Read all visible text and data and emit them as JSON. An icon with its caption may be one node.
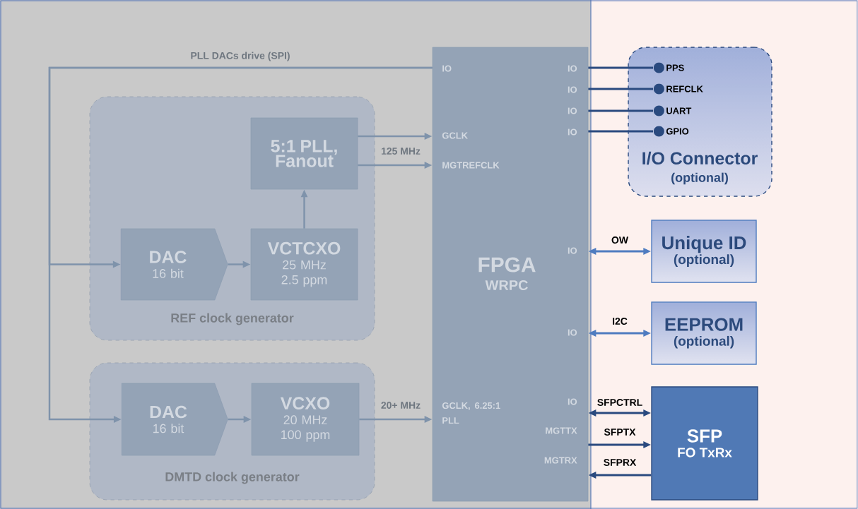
{
  "diagram": {
    "nodes": [
      {
        "text": [
          "REF clock generator"
        ]
      },
      {
        "text": [
          "5:1 PLL, Fanout"
        ],
        "in": 0
      },
      {
        "text": [
          "DAC",
          "16 bit"
        ],
        "in": 0
      },
      {
        "text": [
          "VCTCXO",
          "25 MHz 2.5 ppm"
        ],
        "in": 0
      },
      {
        "text": [
          "DMTD clock generator"
        ]
      },
      {
        "text": [
          "DAC",
          "16 bit"
        ],
        "in": 4
      },
      {
        "text": [
          "VCXO",
          "20 MHz 100 ppm"
        ],
        "in": 4
      },
      {
        "text": [
          "FPGA",
          "WRPC",
          "IO",
          "IO",
          "IO",
          "IO",
          "IO",
          "GCLK",
          "MGTREFCLK",
          "IO",
          "IO",
          "IO",
          "GCLK, 6.25:1 PLL",
          "MGTTX",
          "MGTRX"
        ]
      },
      {
        "text": [
          "I/O Connector",
          "(optional)"
        ]
      },
      {
        "text": [
          "PPS"
        ],
        "in": 8
      },
      {
        "text": [
          "REFCLK"
        ],
        "in": 8
      },
      {
        "text": [
          "UART"
        ],
        "in": 8
      },
      {
        "text": [
          "GPIO"
        ],
        "in": 8
      },
      {
        "text": [
          "Unique ID",
          "(optional)"
        ]
      },
      {
        "text": [
          "EEPROM",
          "(optional)"
        ]
      },
      {
        "text": [
          "SFP",
          "FO TxRx"
        ]
      }
    ],
    "edges": [
      {
        "from": 7,
        "to": 2,
        "arrow": "to",
        "label": "PLL DACs drive (SPI)"
      },
      {
        "from": 7,
        "to": 5,
        "arrow": "to"
      },
      {
        "from": 2,
        "to": 3,
        "arrow": "to"
      },
      {
        "from": 3,
        "to": 1,
        "arrow": "to"
      },
      {
        "from": 1,
        "to": 7,
        "arrow": "to",
        "label": "125 MHz"
      },
      {
        "from": 1,
        "to": 7,
        "arrow": "to"
      },
      {
        "from": 5,
        "to": 6,
        "arrow": "to"
      },
      {
        "from": 6,
        "to": 7,
        "arrow": "to",
        "label": "20+ MHz"
      },
      {
        "from": 7,
        "to": 9,
        "arrow": "none",
        "color": "#2a4a7f"
      },
      {
        "from": 7,
        "to": 10,
        "arrow": "none",
        "color": "#2a4a7f"
      },
      {
        "from": 7,
        "to": 11,
        "arrow": "none",
        "color": "#2a4a7f"
      },
      {
        "from": 7,
        "to": 12,
        "arrow": "none",
        "color": "#2a4a7f"
      },
      {
        "from": 7,
        "to": 13,
        "arrow": "both",
        "label": "OW",
        "color": "#4f7cc0"
      },
      {
        "from": 7,
        "to": 14,
        "arrow": "both",
        "label": "I2C",
        "color": "#4f7cc0"
      },
      {
        "from": 7,
        "to": 15,
        "arrow": "both",
        "label": "SFPCTRL",
        "color": "#2a4a7f"
      },
      {
        "from": 7,
        "to": 15,
        "arrow": "to",
        "label": "SFPTX",
        "color": "#2a4a7f"
      },
      {
        "from": 15,
        "to": 7,
        "arrow": "to",
        "label": "SFPRX",
        "color": "#2a4a7f"
      }
    ]
  }
}
